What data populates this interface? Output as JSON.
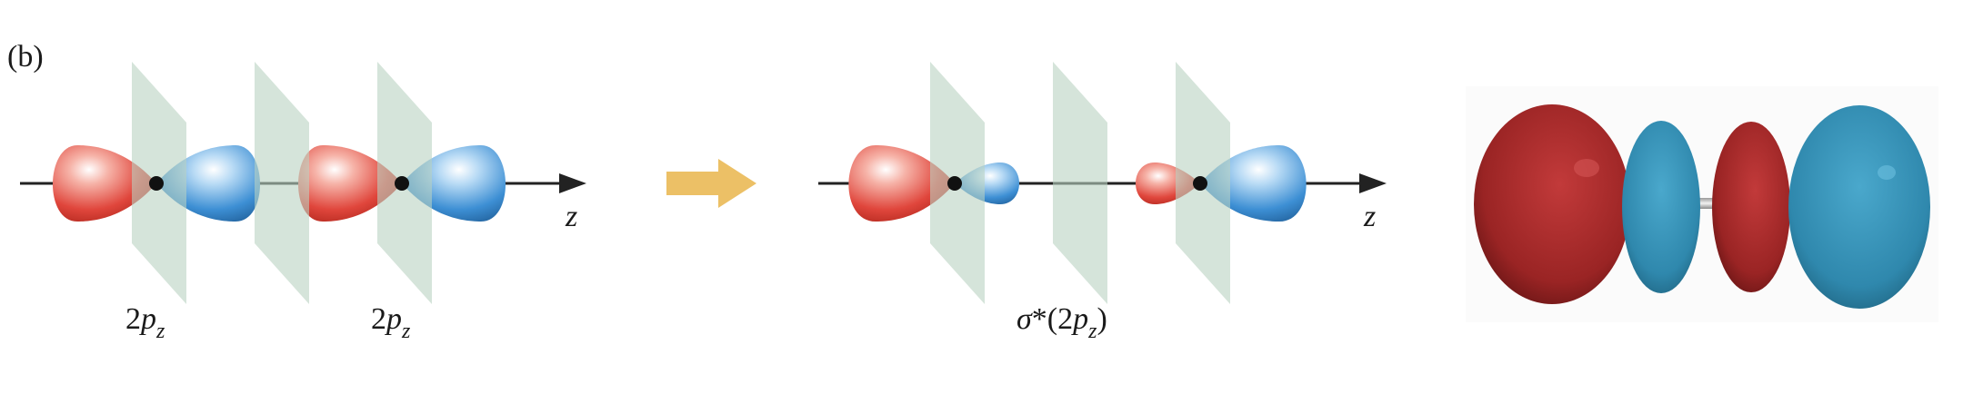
{
  "panel_label": "(b)",
  "left": {
    "orbital_label_1": {
      "prefix": "2",
      "p": "p",
      "sub": "z"
    },
    "orbital_label_2": {
      "prefix": "2",
      "p": "p",
      "sub": "z"
    },
    "axis_label": "z"
  },
  "arrow": {
    "color": "#ecc066"
  },
  "middle": {
    "mo_label": {
      "sigma": "σ",
      "star": "*(2",
      "p": "p",
      "sub": "z",
      "close": ")"
    },
    "axis_label": "z"
  },
  "colors": {
    "lobe_red": "#e0463c",
    "lobe_blue": "#3d8fd4",
    "node_plane": "#b9d2c2",
    "iso_red": "#8e1f1f",
    "iso_blue": "#2f88ad"
  }
}
